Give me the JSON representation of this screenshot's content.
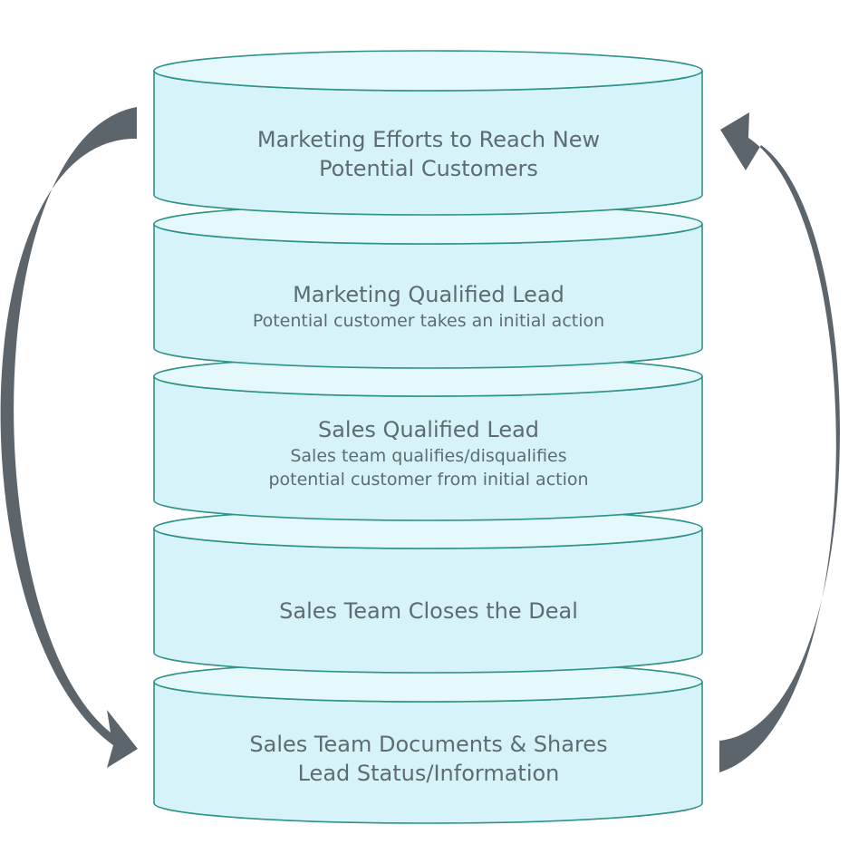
{
  "diagram": {
    "colors": {
      "fill": "#d6f3fa",
      "top": "#e5f8fc",
      "stroke": "#2e9388",
      "arrow": "#5c646c",
      "text": "#5f6b73"
    },
    "layers": [
      {
        "title_lines": [
          "Marketing Efforts to Reach New",
          "Potential Customers"
        ],
        "subtitle_lines": []
      },
      {
        "title_lines": [
          "Marketing Qualified Lead"
        ],
        "subtitle_lines": [
          "Potential customer takes an initial action"
        ]
      },
      {
        "title_lines": [
          "Sales Qualified Lead"
        ],
        "subtitle_lines": [
          "Sales team qualifies/disqualifies",
          "potential customer from initial action"
        ]
      },
      {
        "title_lines": [
          "Sales Team Closes the Deal"
        ],
        "subtitle_lines": []
      },
      {
        "title_lines": [
          "Sales Team Documents & Shares",
          "Lead Status/Information"
        ],
        "subtitle_lines": []
      }
    ],
    "arrows": [
      {
        "side": "left",
        "from": "layer-1",
        "to": "layer-5"
      },
      {
        "side": "right",
        "from": "layer-5",
        "to": "layer-1"
      }
    ]
  }
}
